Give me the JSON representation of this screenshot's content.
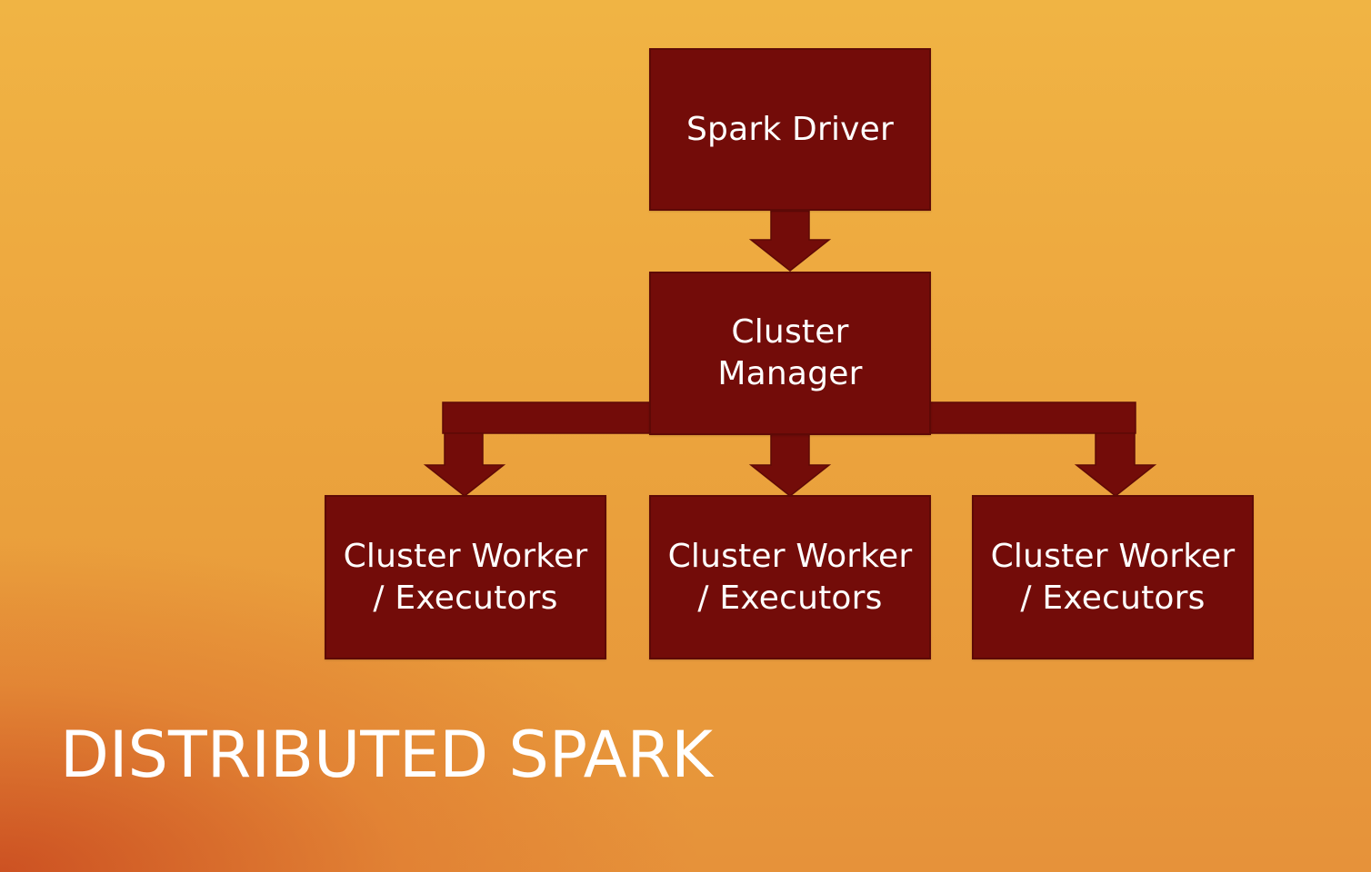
{
  "slide": {
    "title": "DISTRIBUTED SPARK",
    "colors": {
      "box_fill": "#730c09",
      "box_text": "#ffffff",
      "background_top": "#f0b444",
      "background_bottom_left": "#c8461e"
    }
  },
  "diagram": {
    "driver": {
      "label": "Spark Driver"
    },
    "manager": {
      "label": "Cluster\nManager"
    },
    "workers": [
      {
        "label": "Cluster Worker\n/ Executors"
      },
      {
        "label": "Cluster Worker\n/ Executors"
      },
      {
        "label": "Cluster Worker\n/ Executors"
      }
    ]
  }
}
